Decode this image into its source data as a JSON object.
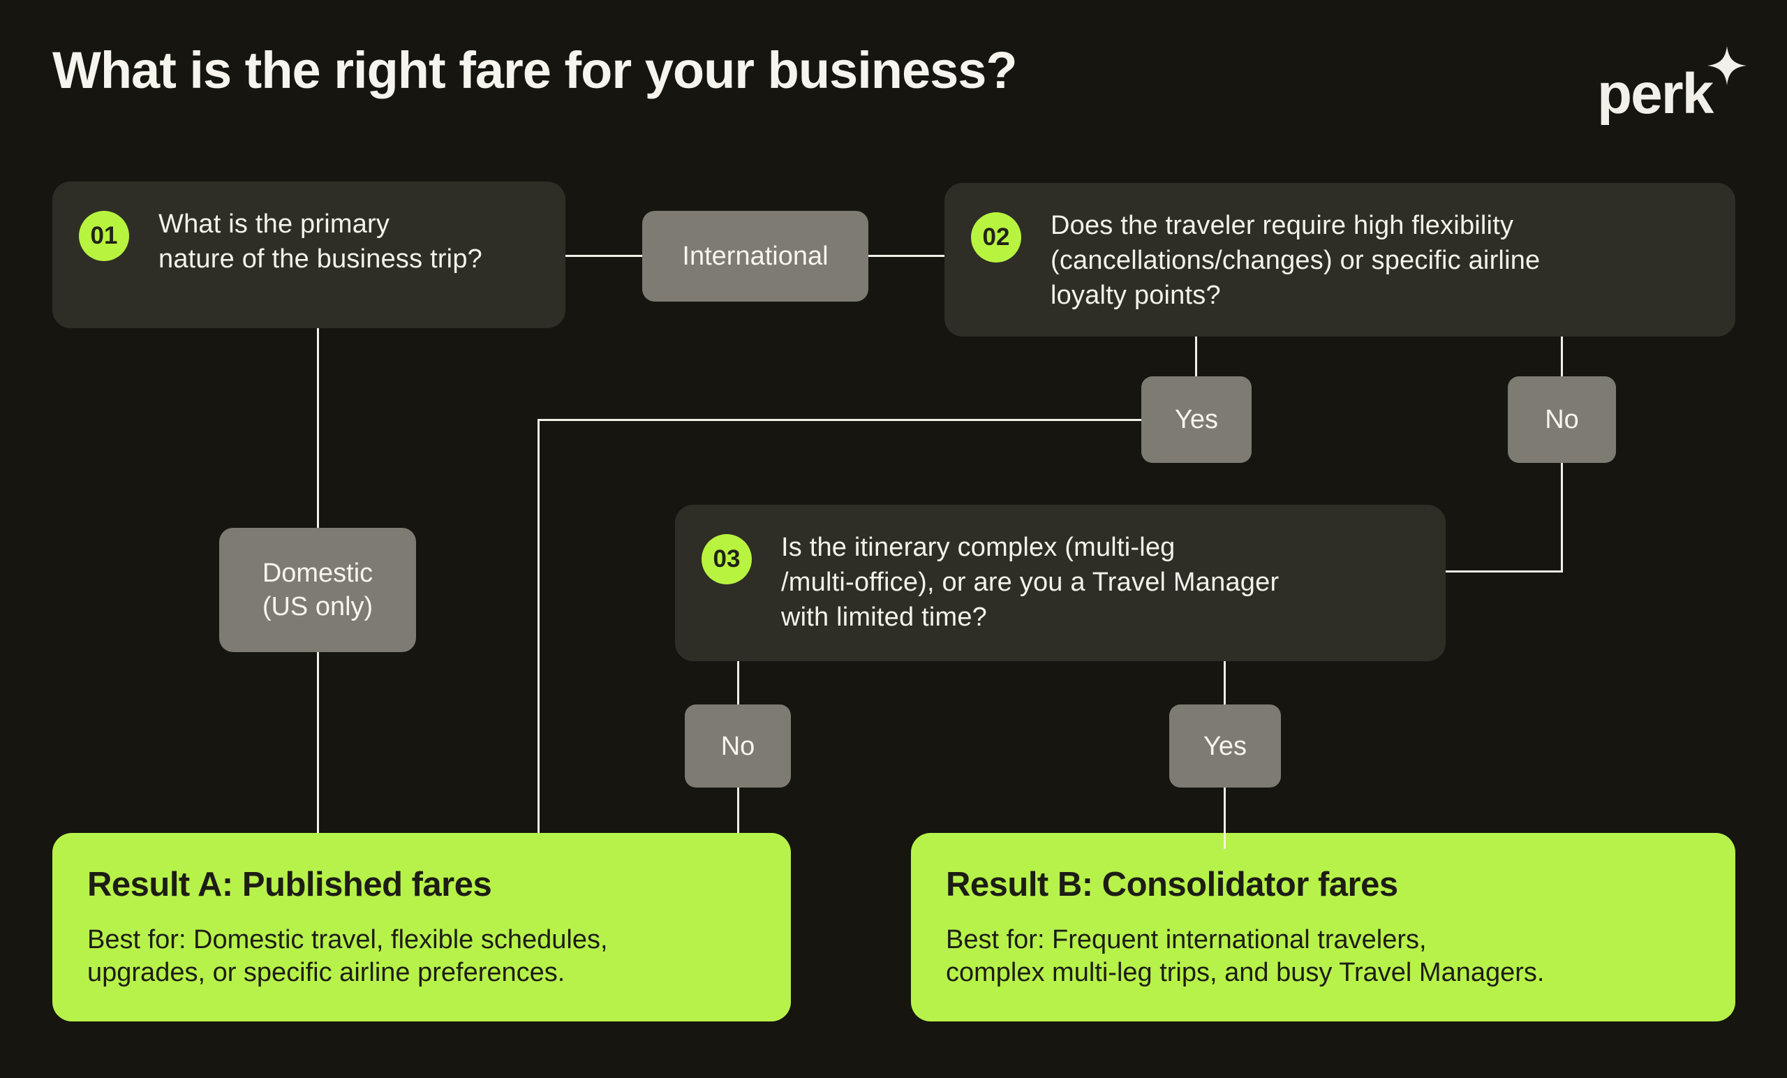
{
  "title": "What is the right fare for your business?",
  "logo": {
    "text": "perk",
    "icon": "four-point-star"
  },
  "colors": {
    "background": "#161510",
    "card_dark": "#2e2d26",
    "card_gray": "#7d7b72",
    "accent_lime": "#b7f24a",
    "text_light": "#f4f2ea",
    "text_dark": "#1d1d15",
    "connector": "#f2f0e7"
  },
  "questions": [
    {
      "number": "01",
      "text": "What is the primary\nnature of the business trip?"
    },
    {
      "number": "02",
      "text": "Does the traveler require high flexibility\n(cancellations/changes) or specific airline\nloyalty points?"
    },
    {
      "number": "03",
      "text": "Is the itinerary complex (multi-leg\n/multi-office), or are you a Travel Manager\nwith limited time?"
    }
  ],
  "branches": {
    "international": "International",
    "domestic": "Domestic\n(US only)",
    "q2_yes": "Yes",
    "q2_no": "No",
    "q3_no": "No",
    "q3_yes": "Yes"
  },
  "results": {
    "a": {
      "title": "Result A: Published fares",
      "body": "Best for: Domestic travel, flexible schedules,\nupgrades, or specific airline preferences."
    },
    "b": {
      "title": "Result B: Consolidator fares",
      "body": "Best for: Frequent international travelers,\ncomplex multi-leg trips, and busy Travel Managers."
    }
  }
}
